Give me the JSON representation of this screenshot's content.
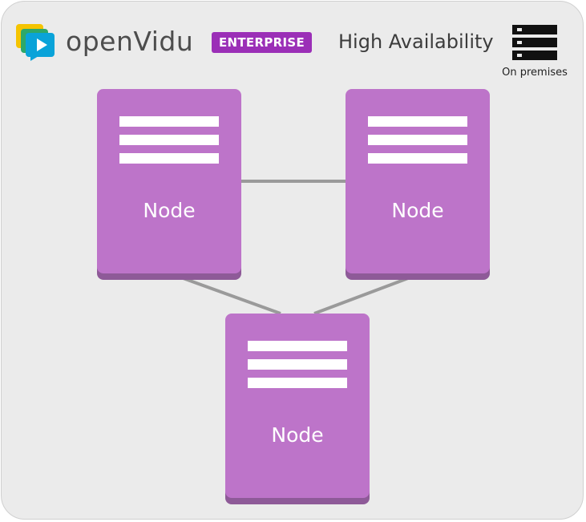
{
  "header": {
    "brand": "openVidu",
    "badge": "ENTERPRISE",
    "subtitle": "High Availability",
    "deployment_label": "On premises",
    "icons": [
      "openvidu-logo-icon",
      "server-rack-icon"
    ]
  },
  "nodes": [
    {
      "label": "Node"
    },
    {
      "label": "Node"
    },
    {
      "label": "Node"
    }
  ],
  "colors": {
    "panel": "#ebebeb",
    "node_fill": "#bd74c9",
    "node_shadow": "#8e5a98",
    "badge": "#9b2fb7",
    "link": "#9a9a9a"
  }
}
